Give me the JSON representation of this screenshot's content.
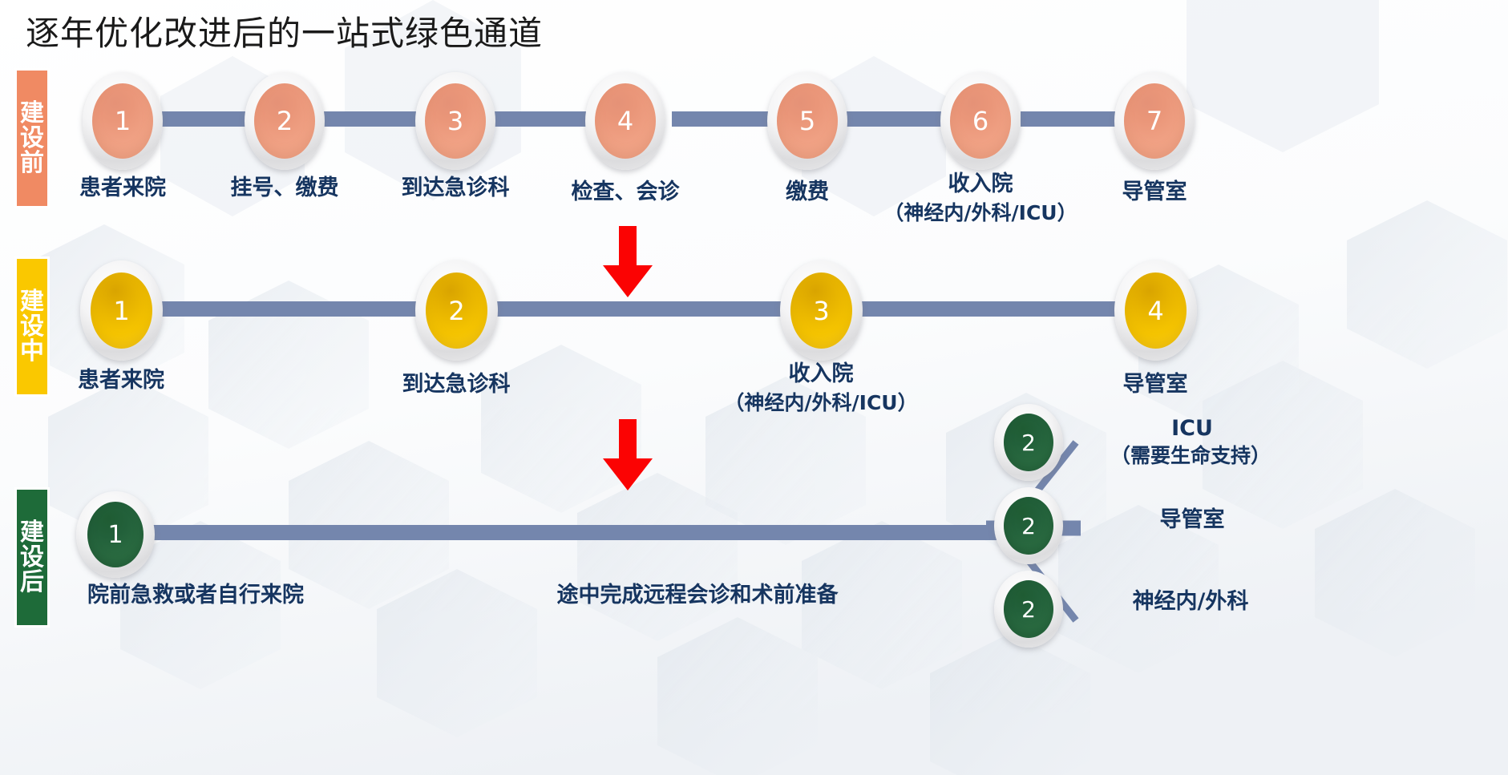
{
  "page": {
    "title": "逐年优化改进后的一站式绿色通道"
  },
  "colors": {
    "title_text": "#1a1a1a",
    "label_text": "#163560",
    "connector": "#7486ad",
    "arrow_red": "#fb0303",
    "phase_before_tab": "#f08a63",
    "phase_during_tab": "#fac800",
    "phase_after_tab": "#1e6b39",
    "node_before": "#f0a184",
    "node_during": "#f5c400",
    "node_after": "#2a6b41"
  },
  "phases": [
    {
      "id": "before",
      "tab_label": "建设前",
      "tab_chars": [
        "建",
        "设",
        "前"
      ],
      "accent": "#f08a63",
      "node_style": "orange",
      "steps": [
        {
          "number": "1",
          "label": "患者来院",
          "sublabel": ""
        },
        {
          "number": "2",
          "label": "挂号、缴费",
          "sublabel": ""
        },
        {
          "number": "3",
          "label": "到达急诊科",
          "sublabel": ""
        },
        {
          "number": "4",
          "label": "检查、会诊",
          "sublabel": ""
        },
        {
          "number": "5",
          "label": "缴费",
          "sublabel": ""
        },
        {
          "number": "6",
          "label": "收入院",
          "sublabel": "（神经内/外科/ICU）"
        },
        {
          "number": "7",
          "label": "导管室",
          "sublabel": ""
        }
      ]
    },
    {
      "id": "during",
      "tab_label": "建设中",
      "tab_chars": [
        "建",
        "设",
        "中"
      ],
      "accent": "#fac800",
      "node_style": "yellow",
      "steps": [
        {
          "number": "1",
          "label": "患者来院",
          "sublabel": ""
        },
        {
          "number": "2",
          "label": "到达急诊科",
          "sublabel": ""
        },
        {
          "number": "3",
          "label": "收入院",
          "sublabel": "（神经内/外科/ICU）"
        },
        {
          "number": "4",
          "label": "导管室",
          "sublabel": ""
        }
      ]
    },
    {
      "id": "after",
      "tab_label": "建设后",
      "tab_chars": [
        "建",
        "设",
        "后"
      ],
      "accent": "#1e6b39",
      "node_style": "green",
      "steps": [
        {
          "number": "1",
          "label": "院前急救或者自行来院",
          "sublabel": ""
        }
      ],
      "track_label": "途中完成远程会诊和术前准备",
      "branches": [
        {
          "number": "2",
          "label": "ICU",
          "sublabel": "（需要生命支持）"
        },
        {
          "number": "2",
          "label": "导管室",
          "sublabel": ""
        },
        {
          "number": "2",
          "label": "神经内/外科",
          "sublabel": ""
        }
      ]
    }
  ],
  "arrows": [
    {
      "name": "transition-arrow-before-to-during"
    },
    {
      "name": "transition-arrow-during-to-after"
    }
  ]
}
